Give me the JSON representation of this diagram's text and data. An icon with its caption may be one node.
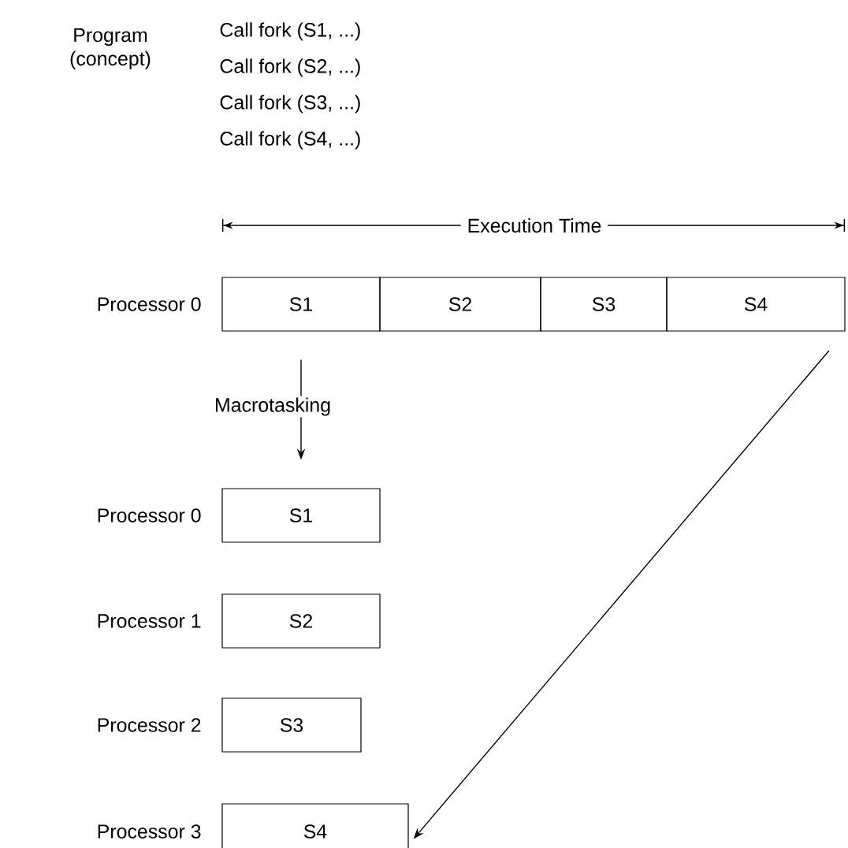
{
  "diagram": {
    "nodes": [
      {
        "text": [
          "S1"
        ],
        "beside": [
          "Processor 0"
        ]
      },
      {
        "text": [
          "S2"
        ]
      },
      {
        "text": [
          "S3"
        ]
      },
      {
        "text": [
          "S4"
        ]
      },
      {
        "text": [
          "S1"
        ],
        "beside": [
          "Processor 0"
        ]
      },
      {
        "text": [
          "S2"
        ],
        "beside": [
          "Processor 1"
        ]
      },
      {
        "text": [
          "S3"
        ],
        "beside": [
          "Processor 2"
        ]
      },
      {
        "text": [
          "S4"
        ],
        "beside": [
          "Processor 3"
        ]
      }
    ],
    "edges": [
      {
        "from": 0,
        "to": 4,
        "arrow": "to",
        "label": "Macrotasking"
      },
      {
        "from": 3,
        "to": 7,
        "arrow": "to"
      }
    ],
    "labels": [
      "Program (concept)",
      "Call fork (S1, ...)",
      "Call fork (S2, ...)",
      "Call fork (S3, ...)",
      "Call fork (S4, ...)",
      "Execution Time"
    ]
  }
}
